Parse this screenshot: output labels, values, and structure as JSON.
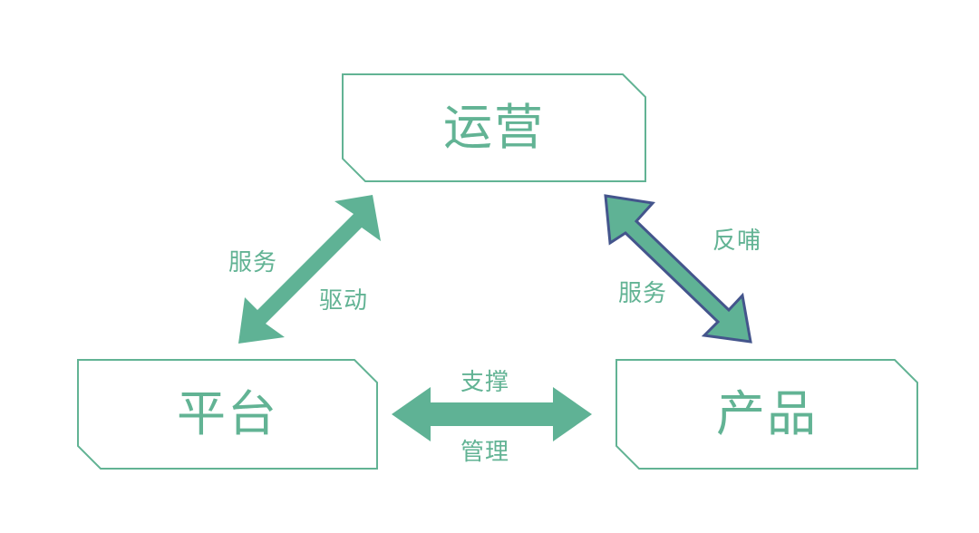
{
  "diagram": {
    "title_text": "",
    "background_color": "#ffffff",
    "accent_color": "#62B394",
    "arrow_fill_color": "#5FB295",
    "arrow_outline_color": "#44558C",
    "box_border_color": "#62B394",
    "nodes": [
      {
        "id": "operations",
        "label": "运营",
        "position": "top-center"
      },
      {
        "id": "platform",
        "label": "平台",
        "position": "bottom-left"
      },
      {
        "id": "product",
        "label": "产品",
        "position": "bottom-right"
      }
    ],
    "edges": [
      {
        "id": "platform-operations",
        "from": "平台",
        "to": "运营",
        "style": "double-headed-diagonal",
        "outlined": false,
        "labels": [
          {
            "id": "service-left",
            "text": "服务",
            "side": "upper-left"
          },
          {
            "id": "drive",
            "text": "驱动",
            "side": "lower-right"
          }
        ]
      },
      {
        "id": "operations-product",
        "from": "运营",
        "to": "产品",
        "style": "double-headed-diagonal",
        "outlined": true,
        "labels": [
          {
            "id": "feedback",
            "text": "反哺",
            "side": "upper-right"
          },
          {
            "id": "service-right",
            "text": "服务",
            "side": "lower-left"
          }
        ]
      },
      {
        "id": "platform-product",
        "from": "平台",
        "to": "产品",
        "style": "double-headed-horizontal",
        "outlined": false,
        "labels": [
          {
            "id": "support",
            "text": "支撑",
            "side": "above"
          },
          {
            "id": "manage",
            "text": "管理",
            "side": "below"
          }
        ]
      }
    ]
  }
}
